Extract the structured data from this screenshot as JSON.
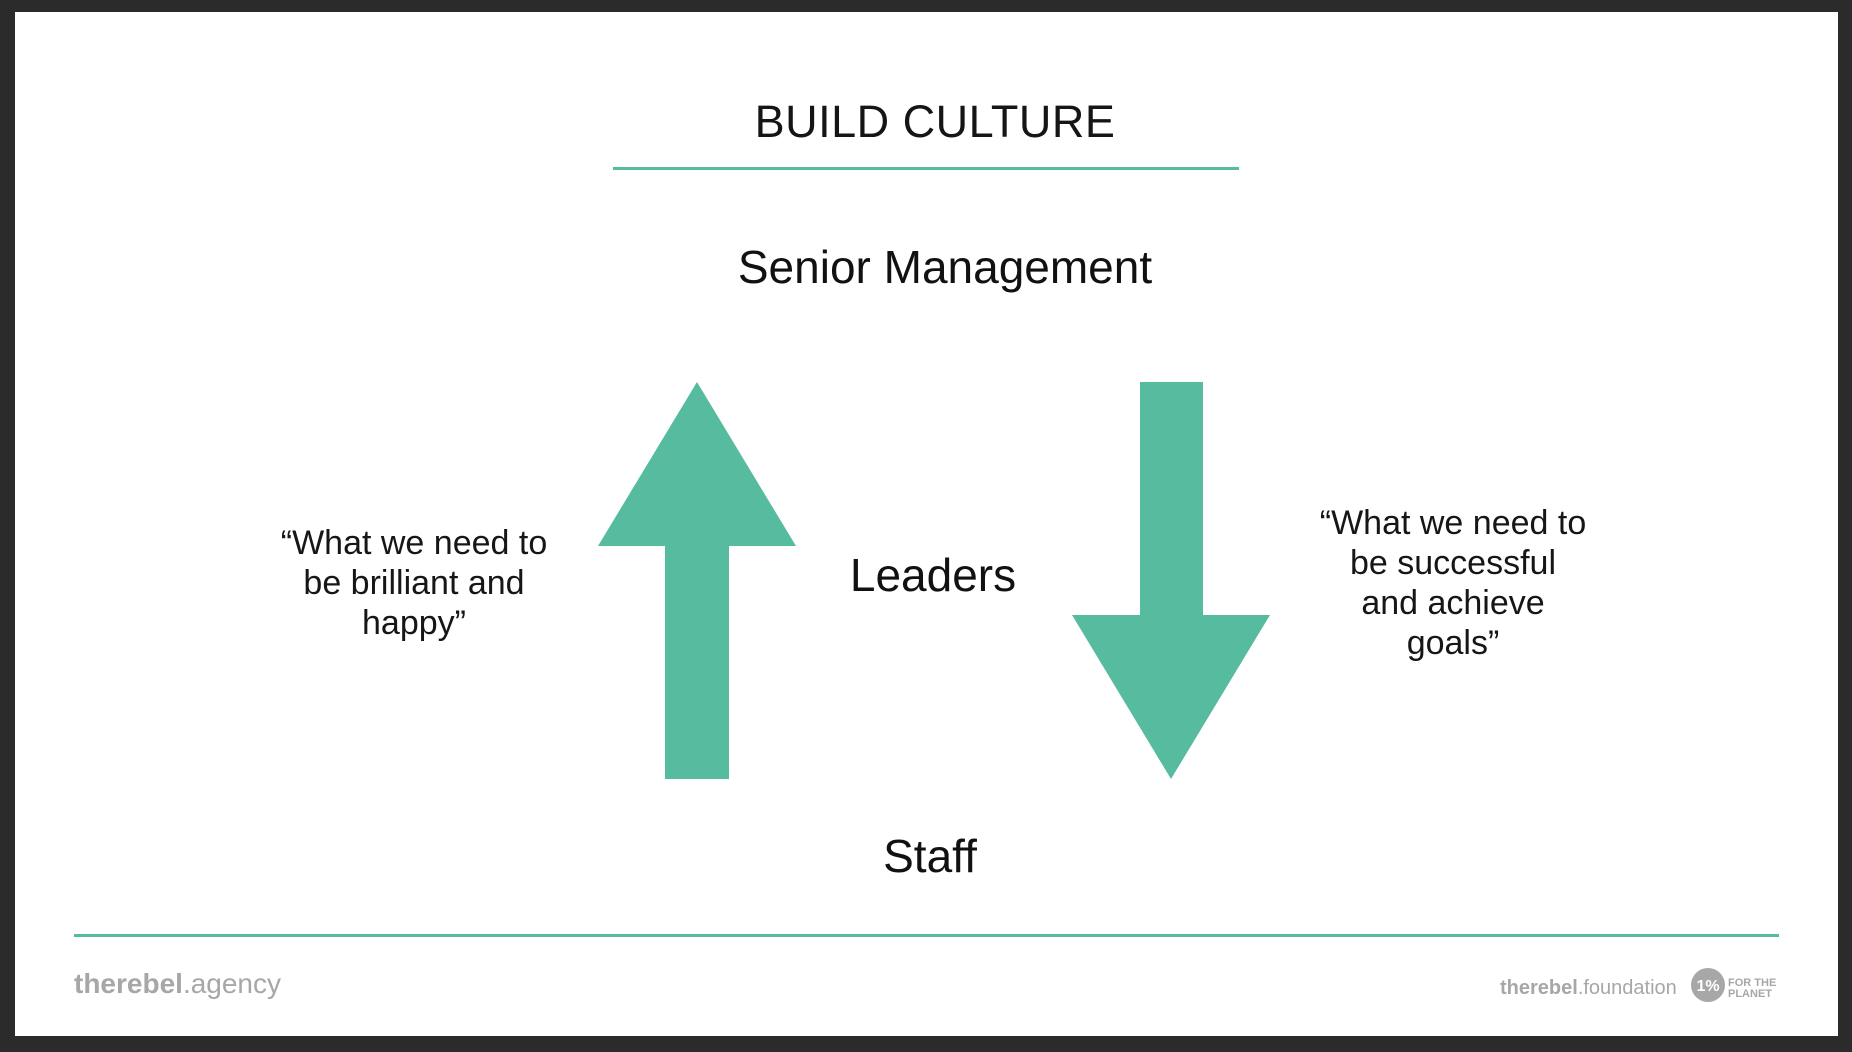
{
  "title": "BUILD CULTURE",
  "levels": {
    "top": "Senior Management",
    "middle": "Leaders",
    "bottom": "Staff"
  },
  "quotes": {
    "left": [
      "“What we need to",
      "be brilliant and",
      "happy”"
    ],
    "right": [
      "“What we need to",
      "be successful",
      "and achieve",
      "goals”"
    ]
  },
  "footer": {
    "agency_bold": "therebel",
    "agency_light": ".agency",
    "foundation_bold": "therebel",
    "foundation_light": ".foundation",
    "planet_logo_mark": "1%",
    "planet_logo_text": [
      "FOR THE",
      "PLANET"
    ]
  },
  "colors": {
    "accent": "#57bba0",
    "text": "#111111",
    "footer_gray": "#a7a7a7",
    "background": "#ffffff",
    "frame": "#2b2b2b"
  },
  "icons": [
    "up-arrow-icon",
    "down-arrow-icon",
    "one-percent-for-the-planet-logo"
  ]
}
